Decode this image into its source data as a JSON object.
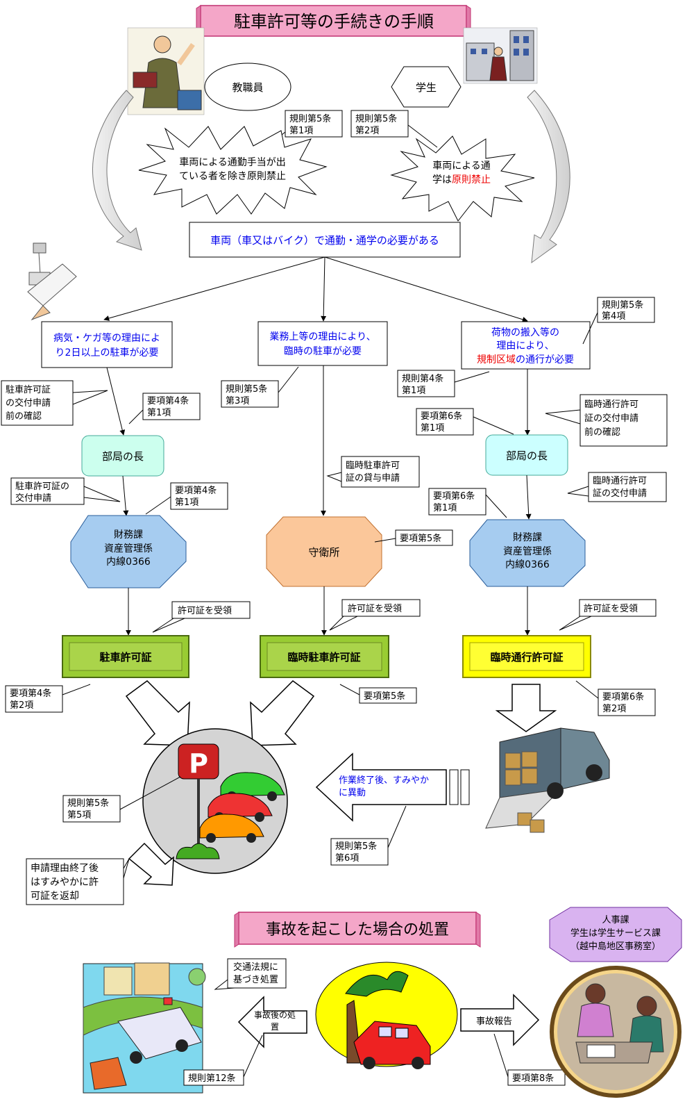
{
  "title": "駐車許可等の手続きの手順",
  "staff": "教職員",
  "student": "学生",
  "refs": {
    "r5_1": [
      "規則第5条",
      "第1項"
    ],
    "r5_2": [
      "規則第5条",
      "第2項"
    ],
    "r5_4": [
      "規則第5条",
      "第4項"
    ],
    "r5_3": [
      "規則第5条",
      "第3項"
    ],
    "r4_1": [
      "規則第4条",
      "第1項"
    ],
    "y4_1a": [
      "要項第4条",
      "第1項"
    ],
    "y4_1b": [
      "要項第4条",
      "第1項"
    ],
    "y6_1a": [
      "要項第6条",
      "第1項"
    ],
    "y6_1b": [
      "要項第6条",
      "第1項"
    ],
    "y5_a": "要項第5条",
    "y4_2": [
      "要項第4条",
      "第2項"
    ],
    "y5_b": "要項第5条",
    "y6_2": [
      "要項第6条",
      "第2項"
    ],
    "r5_5": [
      "規則第5条",
      "第5項"
    ],
    "r5_6": [
      "規則第5条",
      "第6項"
    ],
    "r12": "規則第12条",
    "y8": "要項第8条"
  },
  "burst_staff": [
    "車両による通勤手当が出",
    "ている者を除き原則禁止"
  ],
  "burst_student": {
    "line1": "車両による通",
    "line2a": "学は",
    "line2b": "原則禁止"
  },
  "need": "車両（車又はバイク）で通勤・通学の必要がある",
  "case1": [
    "病気・ケガ等の理由によ",
    "り2日以上の駐車が必要"
  ],
  "case2": [
    "業務上等の理由により、",
    "臨時の駐車が必要"
  ],
  "case3": {
    "line1": "荷物の搬入等の",
    "line2": "理由により、",
    "line3a": "規制区域",
    "line3b": "の通行が必要"
  },
  "callouts": {
    "pre_confirm1": [
      "駐車許可証",
      "の交付申請",
      "前の確認"
    ],
    "apply1": [
      "駐車許可証の",
      "交付申請"
    ],
    "lend": [
      "臨時駐車許可",
      "証の貸与申請"
    ],
    "pre_confirm3": [
      "臨時通行許可",
      "証の交付申請",
      "前の確認"
    ],
    "apply3": [
      "臨時通行許可",
      "証の交付申請"
    ],
    "receive1": "許可証を受領",
    "receive2": "許可証を受領",
    "receive3": "許可証を受領",
    "return": [
      "申請理由終了後",
      "はすみやかに許",
      "可証を返却"
    ],
    "traffic_law": [
      "交通法規に",
      "基づき処置"
    ]
  },
  "dept_head": "部局の長",
  "finance": [
    "財務課",
    "資産管理係",
    "内線0366"
  ],
  "guard": "守衛所",
  "permits": {
    "parking": "駐車許可証",
    "temp_parking": "臨時駐車許可証",
    "temp_pass": "臨時通行許可証"
  },
  "move_arrow": [
    "作業終了後、すみやか",
    "に異動"
  ],
  "accident_title": "事故を起こした場合の処置",
  "hr": [
    "人事課",
    "学生は学生サービス課",
    "（越中島地区事務室）"
  ],
  "after_accident": [
    "事故後の処",
    "置"
  ],
  "report": "事故報告",
  "colors": {
    "blue_text": "#0000ee",
    "red_text": "#ee0000",
    "banner_pink": "#f4a6c8",
    "mint": "#ccffee",
    "light_blue": "#a6ccf0",
    "orange": "#fbc79a",
    "green": "#99cc33",
    "yellow": "#ffff00",
    "purple": "#d9b3f0"
  }
}
